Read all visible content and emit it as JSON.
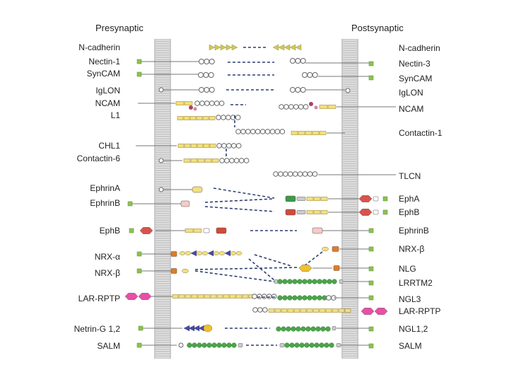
{
  "headers": {
    "presynaptic": "Presynaptic",
    "postsynaptic": "Postsynaptic"
  },
  "left_labels": [
    "N-cadherin",
    "Nectin-1",
    "SynCAM",
    "IgLON",
    "NCAM",
    "L1",
    "CHL1",
    "Contactin-6",
    "EphrinA",
    "EphrinB",
    "EphB",
    "NRX-α",
    "NRX-β",
    "LAR-RPTP",
    "Netrin-G 1,2",
    "SALM"
  ],
  "right_labels": [
    "N-cadherin",
    "Nectin-3",
    "SynCAM",
    "IgLON",
    "NCAM",
    "Contactin-1",
    "TLCN",
    "EphA",
    "EphB",
    "EphrinB",
    "NRX-β",
    "NLG",
    "LRRTM2",
    "NGL3",
    "LAR-RPTP",
    "NGL1,2",
    "SALM"
  ],
  "colors": {
    "membrane": "#c8c8c8",
    "membrane_stripe": "#eeeeee",
    "green_marker": "#8cc152",
    "yellow_domain": "#f4e07a",
    "dashed_link": "#2b3f73",
    "red_domain": "#d9534f",
    "pink_domain": "#e84fa6",
    "orange_domain": "#e37b22",
    "green_bead": "#4aa54a",
    "purple_triangle": "#4a4aa8",
    "cadherin_triangle": "#cfc85a"
  }
}
